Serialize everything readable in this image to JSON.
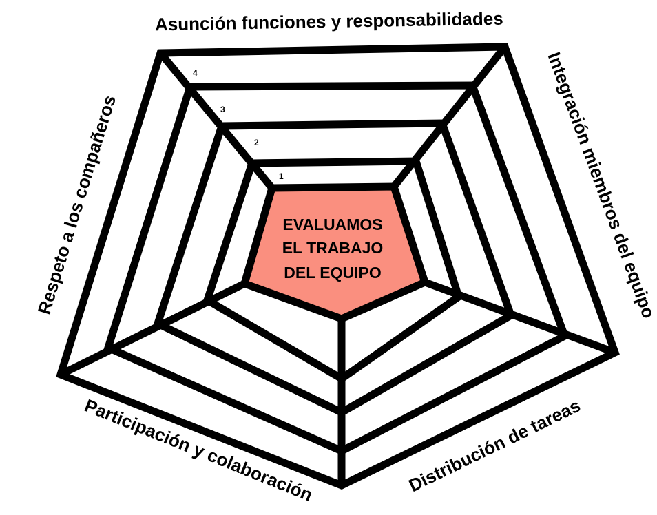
{
  "center": {
    "lines": [
      "EVALUAMOS",
      "EL TRABAJO",
      "DEL EQUIPO"
    ],
    "fill_color": "#fa8f7f"
  },
  "categories": [
    "Asunción funciones y responsabilidades",
    "Integración miembros del equipo",
    "Distribución de tareas",
    "Participación y colaboración",
    "Respeto a los compañeros"
  ],
  "levels": [
    "1",
    "2",
    "3",
    "4"
  ],
  "colors": {
    "line": "#000000",
    "background": "#ffffff"
  }
}
